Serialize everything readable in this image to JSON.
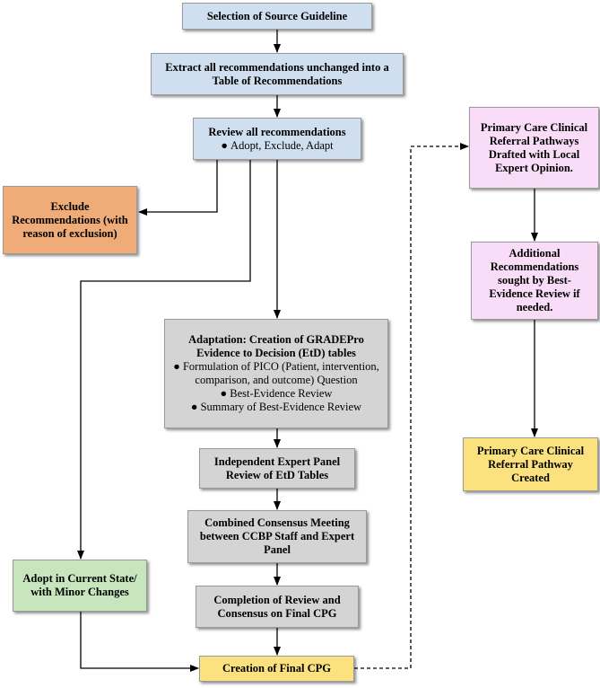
{
  "boxes": {
    "source": {
      "title": "Selection of Source Guideline"
    },
    "extract": {
      "title": "Extract all recommendations unchanged into a Table of Recommendations"
    },
    "review": {
      "title": "Review all recommendations",
      "bullets": [
        "Adopt, Exclude, Adapt"
      ]
    },
    "exclude": {
      "title": "Exclude Recommendations (with reason of exclusion)"
    },
    "adaptation": {
      "title": "Adaptation: Creation of GRADEPro Evidence to Decision (EtD) tables",
      "bullets": [
        "Formulation of PICO (Patient, intervention, comparison, and outcome) Question",
        "Best-Evidence Review",
        "Summary of Best-Evidence Review"
      ]
    },
    "independent": {
      "title": "Independent Expert Panel Review of EtD Tables"
    },
    "combined": {
      "title": "Combined Consensus Meeting between CCBP Staff and Expert Panel"
    },
    "completion": {
      "title": "Completion of Review and Consensus on Final CPG"
    },
    "adopt": {
      "title": "Adopt in Current State/ with Minor Changes"
    },
    "final": {
      "title": "Creation of Final CPG"
    },
    "primary": {
      "title": "Primary Care Clinical Referral Pathways Drafted with Local Expert Opinion."
    },
    "additional": {
      "title": "Additional Recommendations sought by Best-Evidence Review if needed."
    },
    "pathway": {
      "title": "Primary Care Clinical Referral Pathway Created"
    }
  },
  "colors": {
    "blue": "#cfdff0",
    "gray": "#d4d4d4",
    "orange": "#efab78",
    "green": "#c7e6bd",
    "pink": "#f8dcf8",
    "yellow": "#fbe27e",
    "line": "#000000"
  }
}
